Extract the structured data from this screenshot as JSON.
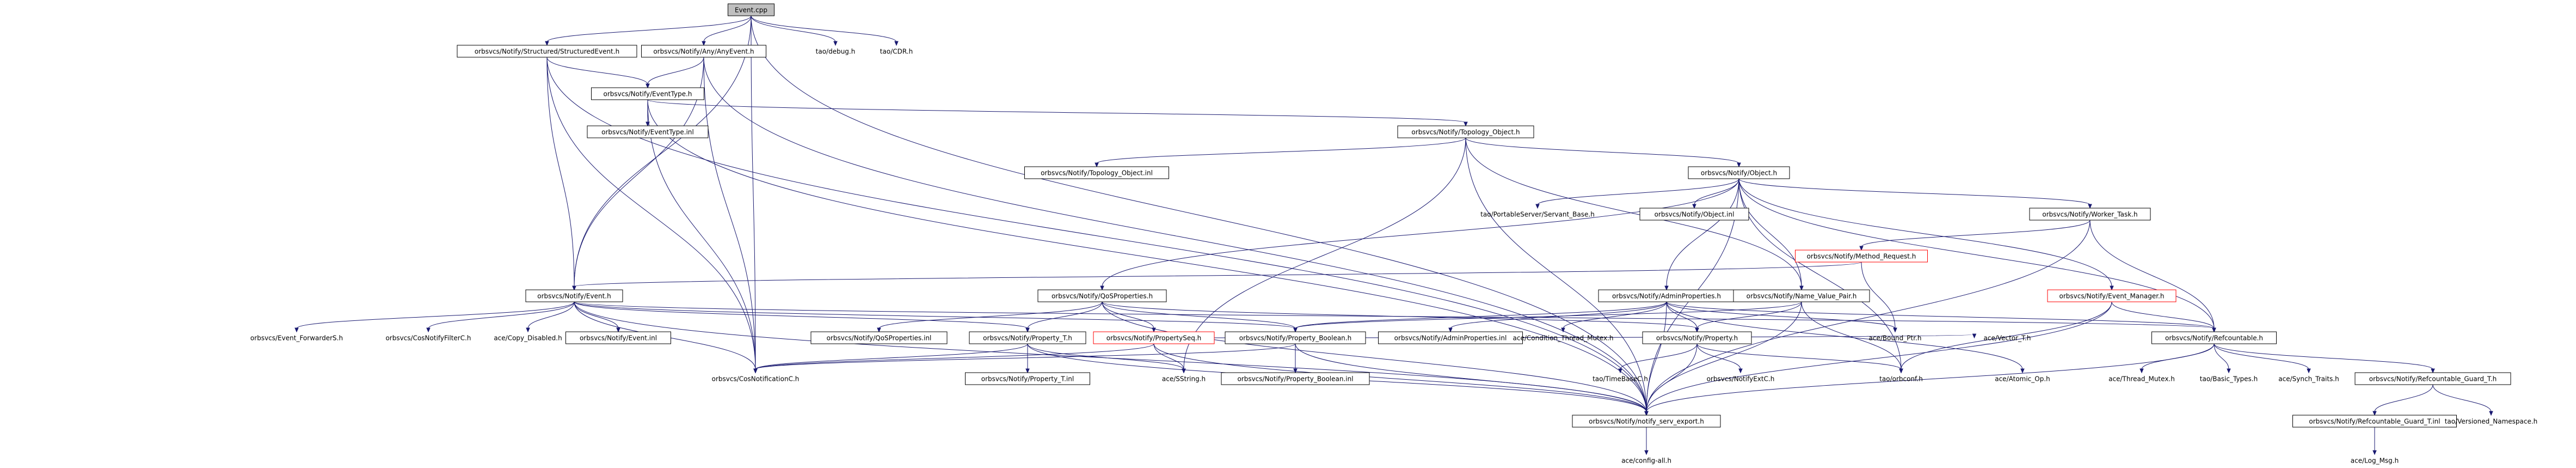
{
  "nodes": [
    {
      "id": "event_cpp",
      "label": "Event.cpp",
      "style": "root"
    },
    {
      "id": "structured_event_h",
      "label": "orbsvcs/Notify/Structured/StructuredEvent.h",
      "style": "box"
    },
    {
      "id": "any_event_h",
      "label": "orbsvcs/Notify/Any/AnyEvent.h",
      "style": "box"
    },
    {
      "id": "tao_debug_h",
      "label": "tao/debug.h",
      "style": "plain"
    },
    {
      "id": "tao_cdr_h",
      "label": "tao/CDR.h",
      "style": "plain"
    },
    {
      "id": "event_type_h",
      "label": "orbsvcs/Notify/EventType.h",
      "style": "box"
    },
    {
      "id": "event_type_inl",
      "label": "orbsvcs/Notify/EventType.inl",
      "style": "box"
    },
    {
      "id": "topology_object_h",
      "label": "orbsvcs/Notify/Topology_Object.h",
      "style": "box"
    },
    {
      "id": "topology_object_inl",
      "label": "orbsvcs/Notify/Topology_Object.inl",
      "style": "box"
    },
    {
      "id": "object_h",
      "label": "orbsvcs/Notify/Object.h",
      "style": "box"
    },
    {
      "id": "portable_server_h",
      "label": "tao/PortableServer/Servant_Base.h",
      "style": "plain"
    },
    {
      "id": "object_inl",
      "label": "orbsvcs/Notify/Object.inl",
      "style": "box"
    },
    {
      "id": "worker_task_h",
      "label": "orbsvcs/Notify/Worker_Task.h",
      "style": "box"
    },
    {
      "id": "method_request_h",
      "label": "orbsvcs/Notify/Method_Request.h",
      "style": "red"
    },
    {
      "id": "event_h",
      "label": "orbsvcs/Notify/Event.h",
      "style": "box"
    },
    {
      "id": "qos_properties_h",
      "label": "orbsvcs/Notify/QoSProperties.h",
      "style": "box"
    },
    {
      "id": "admin_properties_h",
      "label": "orbsvcs/Notify/AdminProperties.h",
      "style": "box"
    },
    {
      "id": "name_value_pair_h",
      "label": "orbsvcs/Notify/Name_Value_Pair.h",
      "style": "box"
    },
    {
      "id": "event_manager_h",
      "label": "orbsvcs/Notify/Event_Manager.h",
      "style": "red"
    },
    {
      "id": "event_forwarder_h",
      "label": "orbsvcs/Event_ForwarderS.h",
      "style": "plain"
    },
    {
      "id": "cos_notify_filter_h",
      "label": "orbsvcs/CosNotifyFilterC.h",
      "style": "plain"
    },
    {
      "id": "copy_disabled_h",
      "label": "ace/Copy_Disabled.h",
      "style": "plain"
    },
    {
      "id": "event_inl",
      "label": "orbsvcs/Notify/Event.inl",
      "style": "box"
    },
    {
      "id": "qos_properties_inl",
      "label": "orbsvcs/Notify/QoSProperties.inl",
      "style": "box"
    },
    {
      "id": "property_t_h",
      "label": "orbsvcs/Notify/Property_T.h",
      "style": "box"
    },
    {
      "id": "property_seq_h",
      "label": "orbsvcs/Notify/PropertySeq.h",
      "style": "red"
    },
    {
      "id": "property_boolean_h",
      "label": "orbsvcs/Notify/Property_Boolean.h",
      "style": "box"
    },
    {
      "id": "admin_properties_inl",
      "label": "orbsvcs/Notify/AdminProperties.inl",
      "style": "box"
    },
    {
      "id": "condition_thread_mutex_h",
      "label": "ace/Condition_Thread_Mutex.h",
      "style": "plain"
    },
    {
      "id": "property_h",
      "label": "orbsvcs/Notify/Property.h",
      "style": "box"
    },
    {
      "id": "bound_ptr_h",
      "label": "ace/Bound_Ptr.h",
      "style": "plain"
    },
    {
      "id": "vector_t_h",
      "label": "ace/Vector_T.h",
      "style": "plain"
    },
    {
      "id": "refcountable_h",
      "label": "orbsvcs/Notify/Refcountable.h",
      "style": "box"
    },
    {
      "id": "cos_notification_h",
      "label": "orbsvcs/CosNotificationC.h",
      "style": "plain"
    },
    {
      "id": "property_t_inl",
      "label": "orbsvcs/Notify/Property_T.inl",
      "style": "box"
    },
    {
      "id": "sstring_h",
      "label": "ace/SString.h",
      "style": "plain"
    },
    {
      "id": "property_boolean_inl",
      "label": "orbsvcs/Notify/Property_Boolean.inl",
      "style": "box"
    },
    {
      "id": "tao_timebase_h",
      "label": "tao/TimeBaseC.h",
      "style": "plain"
    },
    {
      "id": "notify_ext_h",
      "label": "orbsvcs/NotifyExtC.h",
      "style": "plain"
    },
    {
      "id": "tao_orbconf_h",
      "label": "tao/orbconf.h",
      "style": "plain"
    },
    {
      "id": "atomic_op_h",
      "label": "ace/Atomic_Op.h",
      "style": "plain"
    },
    {
      "id": "thread_mutex_h",
      "label": "ace/Thread_Mutex.h",
      "style": "plain"
    },
    {
      "id": "tao_basic_types_h",
      "label": "tao/Basic_Types.h",
      "style": "plain"
    },
    {
      "id": "synch_traits_h",
      "label": "ace/Synch_Traits.h",
      "style": "plain"
    },
    {
      "id": "refcountable_guard_t_h",
      "label": "orbsvcs/Notify/Refcountable_Guard_T.h",
      "style": "box"
    },
    {
      "id": "notify_serv_export_h",
      "label": "orbsvcs/Notify/notify_serv_export.h",
      "style": "box"
    },
    {
      "id": "refcountable_guard_t_inl",
      "label": "orbsvcs/Notify/Refcountable_Guard_T.inl",
      "style": "box"
    },
    {
      "id": "tao_versioned_namespace_h",
      "label": "tao/Versioned_Namespace.h",
      "style": "plain"
    },
    {
      "id": "config_all_h",
      "label": "ace/config-all.h",
      "style": "plain"
    },
    {
      "id": "log_msg_h",
      "label": "ace/Log_Msg.h",
      "style": "plain"
    }
  ],
  "edges": [
    [
      "event_cpp",
      "structured_event_h"
    ],
    [
      "event_cpp",
      "any_event_h"
    ],
    [
      "event_cpp",
      "tao_debug_h"
    ],
    [
      "event_cpp",
      "tao_cdr_h"
    ],
    [
      "event_cpp",
      "event_h"
    ],
    [
      "event_cpp",
      "cos_notification_h"
    ],
    [
      "event_cpp",
      "notify_serv_export_h"
    ],
    [
      "structured_event_h",
      "event_type_h"
    ],
    [
      "structured_event_h",
      "event_h"
    ],
    [
      "structured_event_h",
      "cos_notification_h"
    ],
    [
      "structured_event_h",
      "notify_serv_export_h"
    ],
    [
      "any_event_h",
      "event_type_h"
    ],
    [
      "any_event_h",
      "event_h"
    ],
    [
      "any_event_h",
      "cos_notification_h"
    ],
    [
      "any_event_h",
      "notify_serv_export_h"
    ],
    [
      "event_type_h",
      "event_type_inl"
    ],
    [
      "event_type_h",
      "topology_object_h"
    ],
    [
      "event_type_h",
      "cos_notification_h"
    ],
    [
      "event_type_h",
      "notify_serv_export_h"
    ],
    [
      "topology_object_h",
      "topology_object_inl"
    ],
    [
      "topology_object_h",
      "object_h"
    ],
    [
      "topology_object_h",
      "name_value_pair_h"
    ],
    [
      "topology_object_h",
      "sstring_h"
    ],
    [
      "topology_object_h",
      "notify_serv_export_h"
    ],
    [
      "object_h",
      "portable_server_h"
    ],
    [
      "object_h",
      "object_inl"
    ],
    [
      "object_h",
      "worker_task_h"
    ],
    [
      "object_h",
      "qos_properties_h"
    ],
    [
      "object_h",
      "admin_properties_h"
    ],
    [
      "object_h",
      "name_value_pair_h"
    ],
    [
      "object_h",
      "event_manager_h"
    ],
    [
      "object_h",
      "refcountable_h"
    ],
    [
      "object_h",
      "tao_orbconf_h"
    ],
    [
      "object_h",
      "notify_serv_export_h"
    ],
    [
      "worker_task_h",
      "method_request_h"
    ],
    [
      "worker_task_h",
      "refcountable_h"
    ],
    [
      "worker_task_h",
      "notify_serv_export_h"
    ],
    [
      "method_request_h",
      "event_h"
    ],
    [
      "method_request_h",
      "bound_ptr_h"
    ],
    [
      "event_h",
      "event_forwarder_h"
    ],
    [
      "event_h",
      "cos_notify_filter_h"
    ],
    [
      "event_h",
      "copy_disabled_h"
    ],
    [
      "event_h",
      "event_inl"
    ],
    [
      "event_h",
      "property_t_h"
    ],
    [
      "event_h",
      "property_boolean_h"
    ],
    [
      "event_h",
      "refcountable_h"
    ],
    [
      "event_h",
      "cos_notification_h"
    ],
    [
      "event_h",
      "notify_serv_export_h"
    ],
    [
      "qos_properties_h",
      "qos_properties_inl"
    ],
    [
      "qos_properties_h",
      "property_t_h"
    ],
    [
      "qos_properties_h",
      "property_seq_h"
    ],
    [
      "qos_properties_h",
      "property_boolean_h"
    ],
    [
      "qos_properties_h",
      "property_h"
    ],
    [
      "qos_properties_h",
      "notify_serv_export_h"
    ],
    [
      "admin_properties_h",
      "admin_properties_inl"
    ],
    [
      "admin_properties_h",
      "condition_thread_mutex_h"
    ],
    [
      "admin_properties_h",
      "property_h"
    ],
    [
      "admin_properties_h",
      "property_boolean_h"
    ],
    [
      "admin_properties_h",
      "bound_ptr_h"
    ],
    [
      "admin_properties_h",
      "refcountable_h"
    ],
    [
      "admin_properties_h",
      "atomic_op_h"
    ],
    [
      "admin_properties_h",
      "notify_serv_export_h"
    ],
    [
      "name_value_pair_h",
      "property_h"
    ],
    [
      "name_value_pair_h",
      "property_boolean_h"
    ],
    [
      "name_value_pair_h",
      "tao_orbconf_h"
    ],
    [
      "name_value_pair_h",
      "notify_serv_export_h"
    ],
    [
      "event_manager_h",
      "refcountable_h"
    ],
    [
      "event_manager_h",
      "tao_orbconf_h"
    ],
    [
      "event_manager_h",
      "notify_serv_export_h"
    ],
    [
      "property_t_h",
      "property_t_inl"
    ],
    [
      "property_t_h",
      "sstring_h"
    ],
    [
      "property_t_h",
      "cos_notification_h"
    ],
    [
      "property_t_h",
      "notify_serv_export_h"
    ],
    [
      "property_seq_h",
      "sstring_h"
    ],
    [
      "property_seq_h",
      "vector_t_h"
    ],
    [
      "property_seq_h",
      "cos_notification_h"
    ],
    [
      "property_seq_h",
      "notify_serv_export_h"
    ],
    [
      "property_boolean_h",
      "property_boolean_inl"
    ],
    [
      "property_boolean_h",
      "cos_notification_h"
    ],
    [
      "property_boolean_h",
      "notify_serv_export_h"
    ],
    [
      "property_h",
      "tao_timebase_h"
    ],
    [
      "property_h",
      "notify_ext_h"
    ],
    [
      "property_h",
      "tao_orbconf_h"
    ],
    [
      "property_h",
      "notify_serv_export_h"
    ],
    [
      "refcountable_h",
      "thread_mutex_h"
    ],
    [
      "refcountable_h",
      "tao_basic_types_h"
    ],
    [
      "refcountable_h",
      "synch_traits_h"
    ],
    [
      "refcountable_h",
      "refcountable_guard_t_h"
    ],
    [
      "refcountable_h",
      "notify_serv_export_h"
    ],
    [
      "refcountable_guard_t_h",
      "refcountable_guard_t_inl"
    ],
    [
      "refcountable_guard_t_h",
      "tao_versioned_namespace_h"
    ],
    [
      "refcountable_guard_t_inl",
      "log_msg_h"
    ],
    [
      "notify_serv_export_h",
      "config_all_h"
    ]
  ]
}
